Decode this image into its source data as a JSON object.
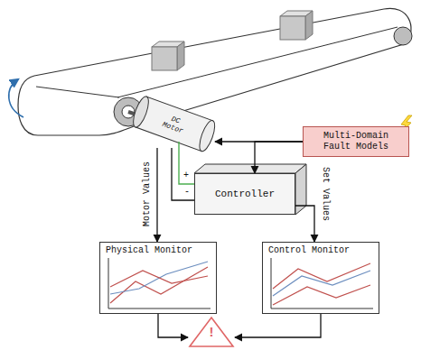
{
  "diagram": {
    "nodes": [
      {
        "text": [
          "DC Motor"
        ]
      },
      {
        "text": [
          "Multi-Domain Fault Models"
        ]
      },
      {
        "text": [
          "Controller"
        ]
      },
      {
        "text": [
          "Physical Monitor"
        ]
      },
      {
        "text": [
          "Control Monitor"
        ]
      },
      {
        "text": [
          "!"
        ]
      }
    ],
    "edges": [
      {
        "from": 1,
        "to": 0,
        "arrow": "to"
      },
      {
        "from": 1,
        "to": 2,
        "arrow": "to"
      },
      {
        "from": 0,
        "to": 2,
        "arrow": "none"
      },
      {
        "from": 0,
        "to": 3,
        "arrow": "to",
        "label": "Motor Values"
      },
      {
        "from": 2,
        "to": 4,
        "arrow": "to",
        "label": "Set Values"
      },
      {
        "from": 3,
        "to": 5,
        "arrow": "to"
      },
      {
        "from": 4,
        "to": 5,
        "arrow": "to"
      }
    ],
    "labels": [
      "+",
      "-"
    ]
  }
}
